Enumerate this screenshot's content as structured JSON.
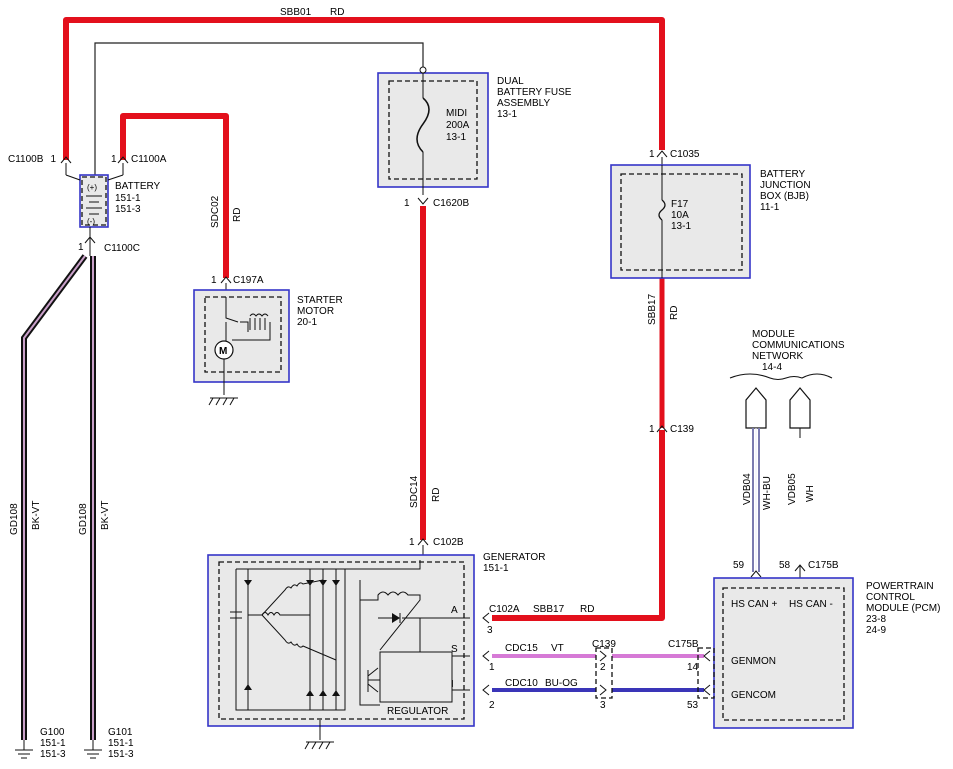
{
  "circuits": {
    "sbb01": "SBB01",
    "sbb01_color": "RD",
    "sdc02": "SDC02",
    "sdc02_color": "RD",
    "sdc14": "SDC14",
    "sdc14_color": "RD",
    "sbb17": "SBB17",
    "sbb17_color": "RD",
    "sbb17_gen": "SBB17",
    "sbb17_gen_color": "RD",
    "gd108_a": "GD108",
    "gd108_a_color": "BK-VT",
    "gd108_b": "GD108",
    "gd108_b_color": "BK-VT",
    "cdc15": "CDC15",
    "cdc15_color": "VT",
    "cdc10": "CDC10",
    "cdc10_color": "BU-OG",
    "vdb04": "VDB04",
    "vdb04_color": "WH-BU",
    "vdb05": "VDB05",
    "vdb05_color": "WH"
  },
  "connectors": {
    "c1100b": "C1100B",
    "c1100b_pin": "1",
    "c1100a": "C1100A",
    "c1100a_pin": "1",
    "c1100c": "C1100C",
    "c1100c_pin": "1",
    "c197a": "C197A",
    "c197a_pin": "1",
    "c1620b": "C1620B",
    "c1620b_pin": "1",
    "c1035": "C1035",
    "c1035_pin": "1",
    "c139_top": "C139",
    "c139_top_pin": "1",
    "c102b": "C102B",
    "c102b_pin": "1",
    "c102a": "C102A",
    "c102a_pin": "3",
    "cdc15_pin": "1",
    "cdc10_pin": "2",
    "c139_mid": "C139",
    "c139_mid_pin_a": "2",
    "c139_mid_pin_b": "3",
    "c175b_mid": "C175B",
    "c175b_pin_14": "14",
    "c175b_pin_53": "53",
    "c175b_top": "C175B",
    "c175b_pin_59": "59",
    "c175b_pin_58": "58"
  },
  "components": {
    "battery": {
      "name": "BATTERY",
      "ref1": "151-1",
      "ref2": "151-3",
      "pos": "(+)",
      "neg": "(-)"
    },
    "fuse_assembly": {
      "line1": "DUAL",
      "line2": "BATTERY FUSE",
      "line3": "ASSEMBLY",
      "ref": "13-1"
    },
    "midi": {
      "name": "MIDI",
      "rating": "200A",
      "ref": "13-1"
    },
    "bjb": {
      "line1": "BATTERY",
      "line2": "JUNCTION",
      "line3": "BOX (BJB)",
      "ref": "11-1"
    },
    "f17": {
      "name": "F17",
      "rating": "10A",
      "ref": "13-1"
    },
    "starter": {
      "line1": "STARTER",
      "line2": "MOTOR",
      "ref": "20-1",
      "motor_symbol": "M"
    },
    "mcn": {
      "line1": "MODULE",
      "line2": "COMMUNICATIONS",
      "line3": "NETWORK",
      "ref": "14-4"
    },
    "generator": {
      "name": "GENERATOR",
      "ref": "151-1",
      "regulator": "REGULATOR",
      "term_a": "A",
      "term_s": "S",
      "term_i": "I"
    },
    "pcm": {
      "line1": "POWERTRAIN",
      "line2": "CONTROL",
      "line3": "MODULE (PCM)",
      "ref1": "23-8",
      "ref2": "24-9",
      "hs_can_plus": "HS CAN +",
      "hs_can_minus": "HS CAN -",
      "genmon": "GENMON",
      "gencom": "GENCOM"
    },
    "g100": {
      "name": "G100",
      "ref1": "151-1",
      "ref2": "151-3"
    },
    "g101": {
      "name": "G101",
      "ref1": "151-1",
      "ref2": "151-3"
    }
  },
  "colors": {
    "power_wire": "#e3101c",
    "component_border": "#3535c8",
    "component_fill": "#e9e9e9",
    "cdc15_wire": "#d67ad6",
    "cdc10_wire": "#3a35b8",
    "can_wire": "#7a7ab0",
    "ground_wire_stripe": "#c9a0c9"
  }
}
